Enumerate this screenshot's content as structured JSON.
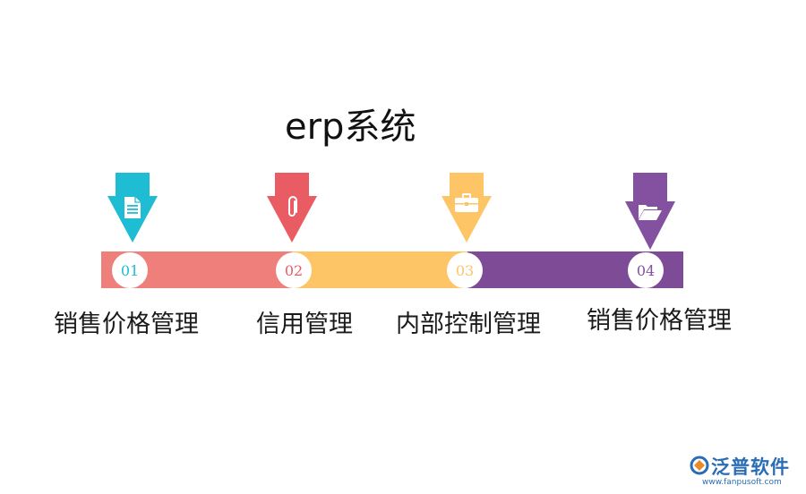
{
  "title": "erp系统",
  "steps": [
    {
      "number": "01",
      "label": "销售价格管理",
      "color": "#1fbdd3",
      "icon": "document-icon"
    },
    {
      "number": "02",
      "label": "信用管理",
      "color": "#ea5c63",
      "icon": "paperclip-icon"
    },
    {
      "number": "03",
      "label": "内部控制管理",
      "color": "#fdc566",
      "icon": "briefcase-icon"
    },
    {
      "number": "04",
      "label": "销售价格管理",
      "color": "#8450a0",
      "icon": "folder-icon"
    }
  ],
  "bar_colors": [
    "#ef7f7b",
    "#fdc566",
    "#7e4b97"
  ],
  "logo": {
    "name": "泛普软件",
    "url": "www.fanpusoft.com",
    "icon": "fanpu-logo-icon"
  }
}
